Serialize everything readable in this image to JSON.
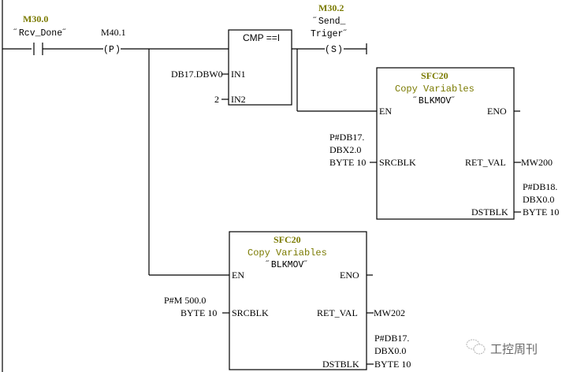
{
  "rung": {
    "contact": {
      "address": "M30.0",
      "symbol": "˝Rcv_Done˝"
    },
    "edge": {
      "address": "M40.1",
      "type": "P"
    },
    "cmp": {
      "title": "CMP ==I",
      "in1_label": "IN1",
      "in1_value": "DB17.DBW0",
      "in2_label": "IN2",
      "in2_value": "2"
    },
    "set_coil": {
      "address": "M30.2",
      "symbol_line1": "˝Send_",
      "symbol_line2": "Triger˝",
      "type": "S"
    },
    "blkmov1": {
      "block": "SFC20",
      "title": "Copy Variables",
      "symbol": "˝BLKMOV˝",
      "en": "EN",
      "eno": "ENO",
      "srcblk_label": "SRCBLK",
      "srcblk_line1": "P#DB17.",
      "srcblk_line2": "DBX2.0",
      "srcblk_line3": "BYTE 10",
      "retval_label": "RET_VAL",
      "retval_value": "MW200",
      "dstblk_label": "DSTBLK",
      "dstblk_line1": "P#DB18.",
      "dstblk_line2": "DBX0.0",
      "dstblk_line3": "BYTE 10"
    },
    "blkmov2": {
      "block": "SFC20",
      "title": "Copy Variables",
      "symbol": "˝BLKMOV˝",
      "en": "EN",
      "eno": "ENO",
      "srcblk_label": "SRCBLK",
      "srcblk_line1": "P#M 500.0",
      "srcblk_line2": "BYTE 10",
      "retval_label": "RET_VAL",
      "retval_value": "MW202",
      "dstblk_label": "DSTBLK",
      "dstblk_line1": "P#DB17.",
      "dstblk_line2": "DBX0.0",
      "dstblk_line3": "BYTE 10"
    }
  },
  "watermark": {
    "icon": "wechat-icon",
    "text": "工控周刊"
  }
}
